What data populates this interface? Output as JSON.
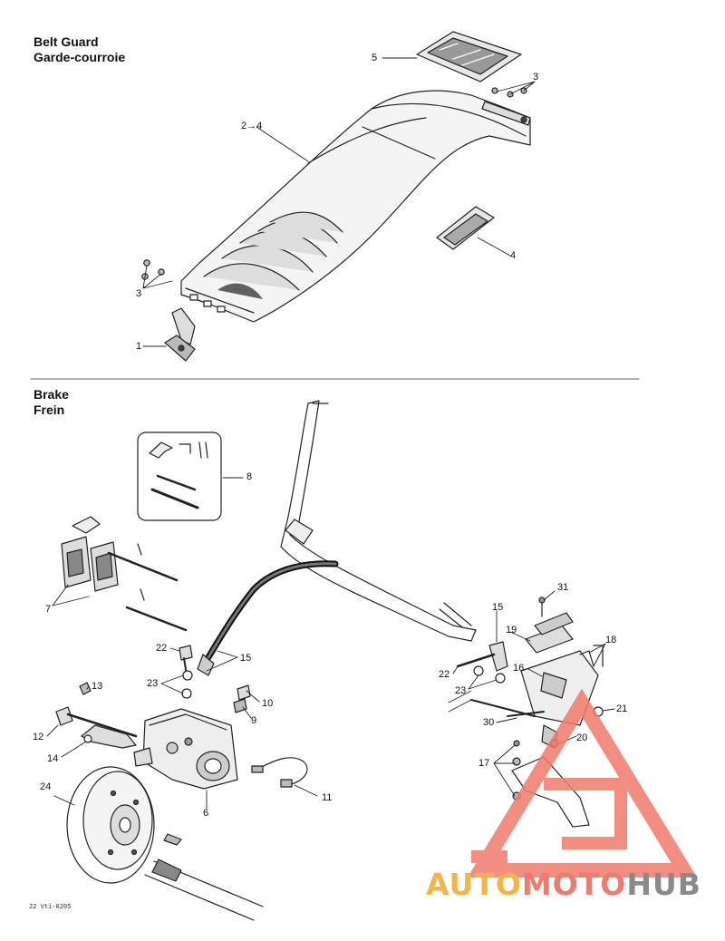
{
  "sections": {
    "belt_guard": {
      "title_en": "Belt Guard",
      "title_fr": "Garde-courroie"
    },
    "brake": {
      "title_en": "Brake",
      "title_fr": "Frein"
    }
  },
  "callouts": {
    "belt_guard": {
      "c1": "1",
      "c2to4": "2→4",
      "c3a": "3",
      "c3b": "3",
      "c4": "4",
      "c5": "5"
    },
    "brake": {
      "c6": "6",
      "c7": "7",
      "c8": "8",
      "c9": "9",
      "c10": "10",
      "c11": "11",
      "c12": "12",
      "c13": "13",
      "c14": "14",
      "c15a": "15",
      "c15b": "15",
      "c16": "16",
      "c17": "17",
      "c18": "18",
      "c19": "19",
      "c20": "20",
      "c21": "21",
      "c22a": "22",
      "c22b": "22",
      "c23a": "23",
      "c23b": "23",
      "c24": "24",
      "c30": "30",
      "c31": "31"
    }
  },
  "footer_code": "22 Vti-0205",
  "watermark": {
    "auto": "AUTO",
    "moto": "MOTO",
    "hub": "HUB",
    "colors": {
      "orange": "#f5b34a",
      "red": "#f07b6c",
      "gray": "#8a8a8a"
    }
  }
}
